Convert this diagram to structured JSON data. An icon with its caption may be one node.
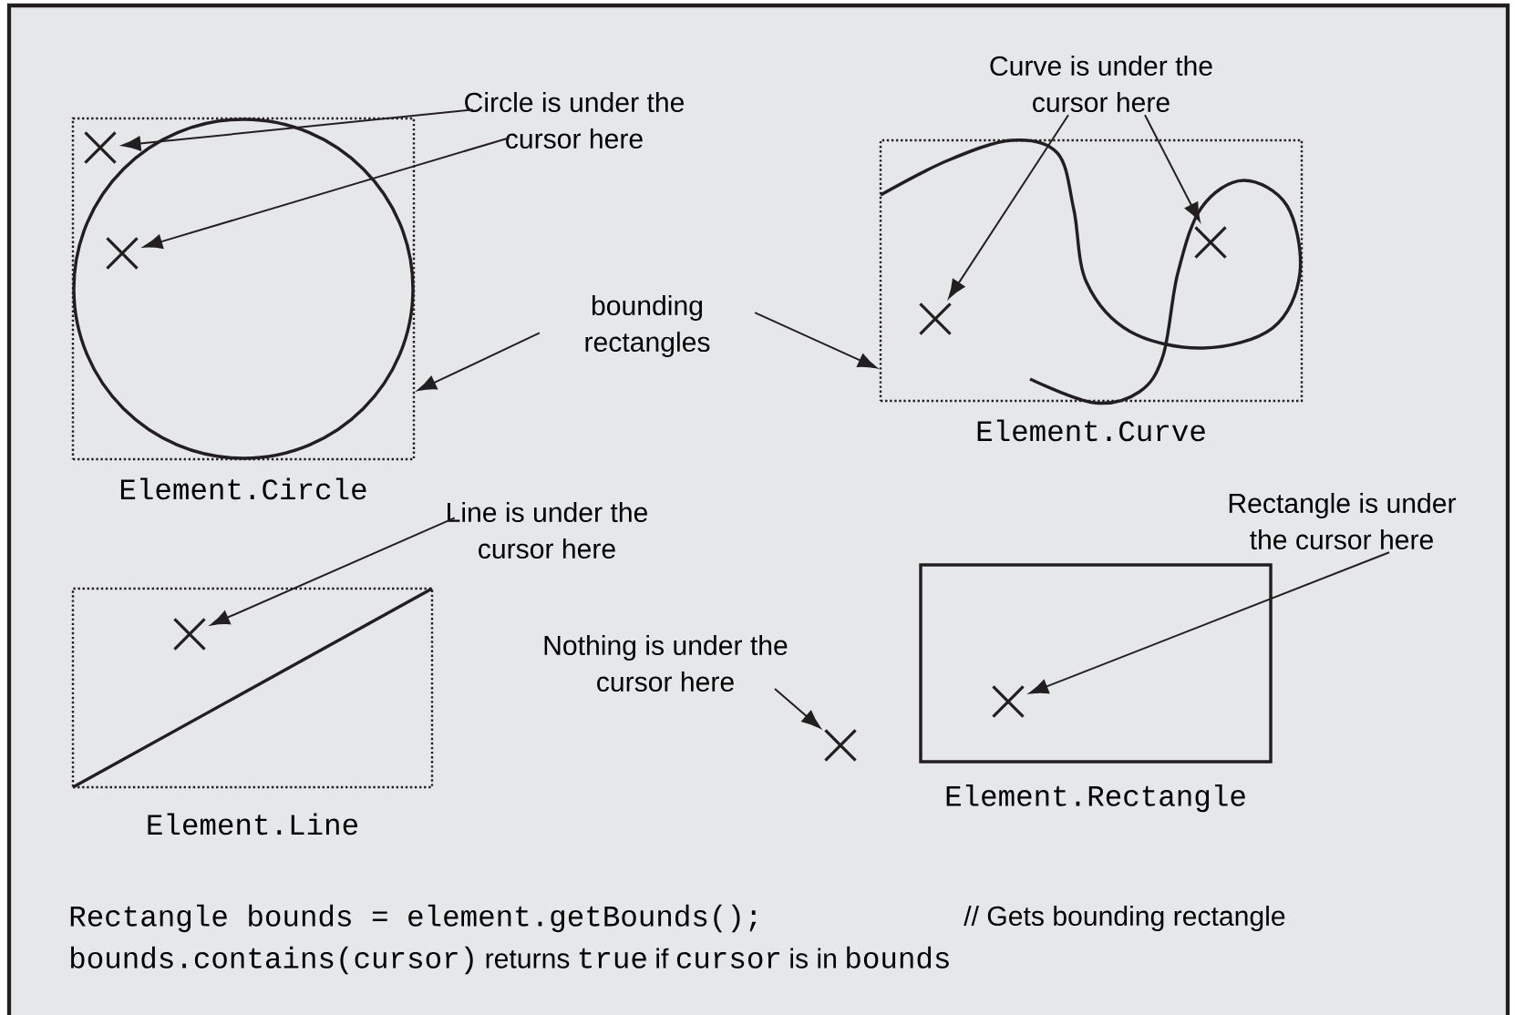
{
  "diagram": {
    "nodes": [
      {
        "text": [
          "Circle is under the cursor here"
        ]
      },
      {
        "text": [
          "Curve is under the cursor here"
        ]
      },
      {
        "text": [],
        "shape": "box",
        "beside": [
          "Element.Circle"
        ]
      },
      {
        "text": [],
        "shape": "cross",
        "in": 2
      },
      {
        "text": [],
        "shape": "cross",
        "in": 2
      },
      {
        "text": [
          "bounding rectangles"
        ]
      },
      {
        "text": [],
        "shape": "box",
        "beside": [
          "Element.Curve"
        ]
      },
      {
        "text": [],
        "shape": "cross",
        "in": 6
      },
      {
        "text": [],
        "shape": "cross",
        "in": 6
      },
      {
        "text": [
          "Line is under the cursor here"
        ]
      },
      {
        "text": [
          "Rectangle is under the cursor here"
        ]
      },
      {
        "text": [],
        "shape": "box",
        "beside": [
          "Element.Line"
        ]
      },
      {
        "text": [],
        "shape": "cross",
        "in": 11
      },
      {
        "text": [
          "Nothing is under the cursor here"
        ]
      },
      {
        "text": [],
        "shape": "cross"
      },
      {
        "text": [],
        "shape": "rectangle",
        "beside": [
          "Element.Rectangle"
        ]
      },
      {
        "text": [],
        "shape": "cross",
        "in": 15
      }
    ],
    "edges": [
      {
        "from": 0,
        "to": 3,
        "arrow": "to"
      },
      {
        "from": 0,
        "to": 4,
        "arrow": "to"
      },
      {
        "from": 1,
        "to": 7,
        "arrow": "to"
      },
      {
        "from": 1,
        "to": 8,
        "arrow": "to"
      },
      {
        "from": 5,
        "to": 2,
        "arrow": "to"
      },
      {
        "from": 5,
        "to": 6,
        "arrow": "to"
      },
      {
        "from": 9,
        "to": 12,
        "arrow": "to"
      },
      {
        "from": 10,
        "to": 16,
        "arrow": "to"
      },
      {
        "from": 13,
        "to": 14,
        "arrow": "to"
      }
    ],
    "labels": [
      "Rectangle bounds = element.getBounds();",
      "// Gets bounding rectangle",
      "bounds.contains(cursor)",
      "returns",
      "true",
      "if",
      "cursor",
      "is in",
      "bounds"
    ]
  }
}
